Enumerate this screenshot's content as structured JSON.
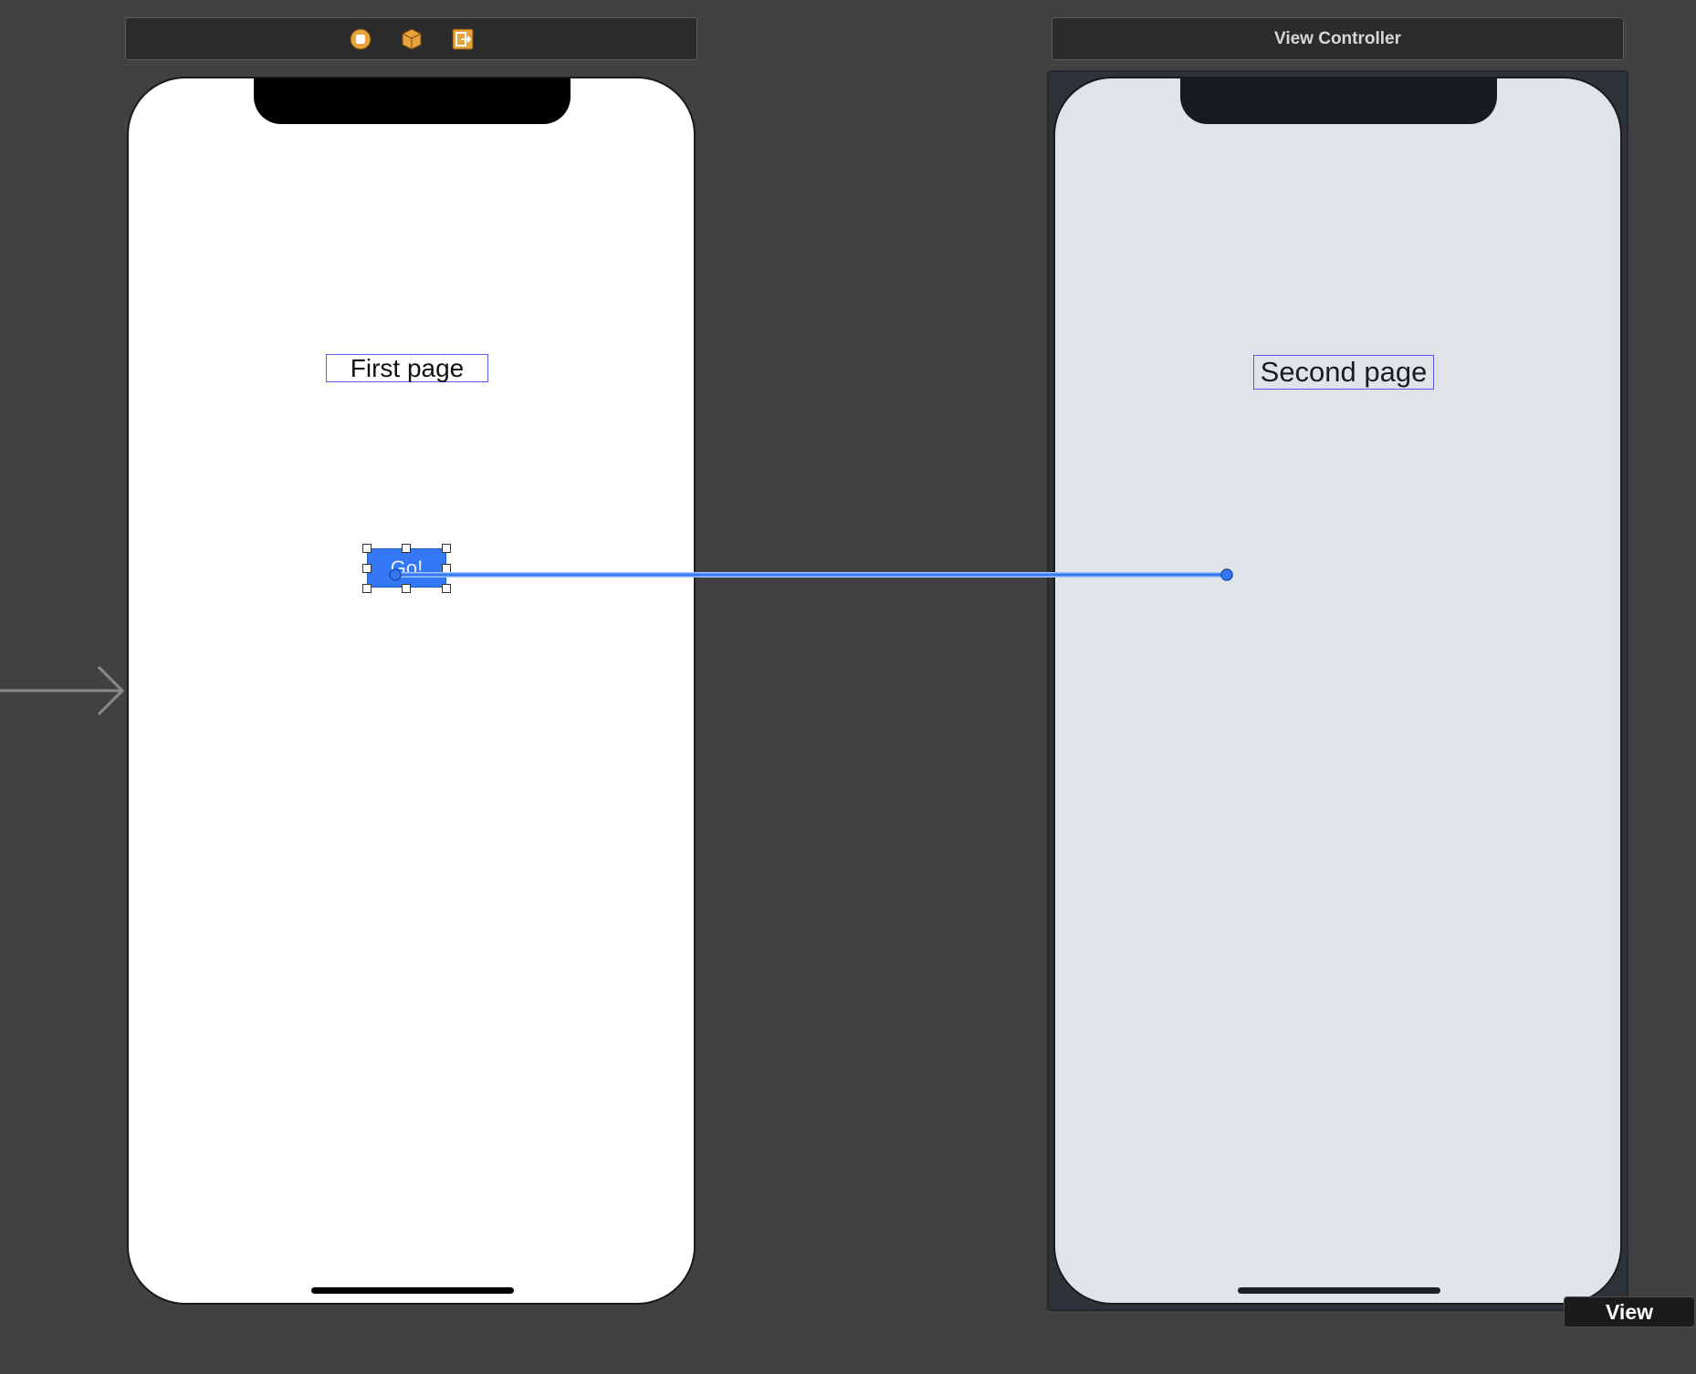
{
  "canvas": {
    "background": "#414141"
  },
  "scene_1": {
    "toolbar_icons": [
      "first-responder-icon",
      "view-controller-cube-icon",
      "exit-icon"
    ],
    "label_text": "First page",
    "button_text": "Go!",
    "background": "#ffffff"
  },
  "scene_2": {
    "title": "View Controller",
    "label_text": "Second page",
    "background": "#e0e4e8"
  },
  "connection": {
    "color": "#3478f6"
  },
  "tooltip": {
    "text": "View"
  },
  "colors": {
    "accent": "#3478f6",
    "label_border": "#5b5bf0",
    "icon_orange": "#e8a33c"
  }
}
